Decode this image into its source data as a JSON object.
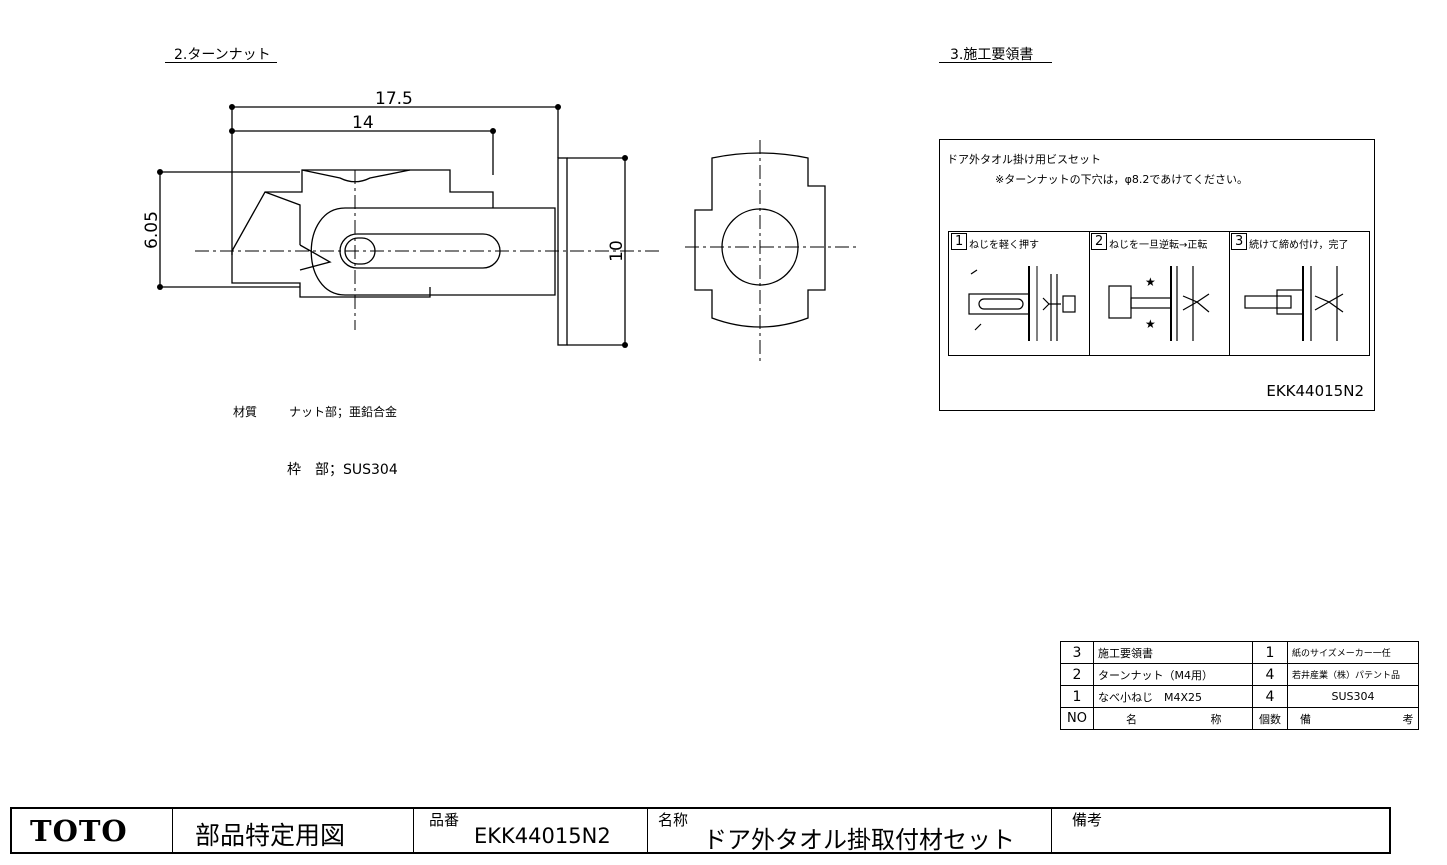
{
  "section2": {
    "title": "2.ターンナット",
    "dims": {
      "overall": "17.5",
      "inner": "14",
      "height": "6.05",
      "flange": "10"
    },
    "material_label": "材質",
    "material_nut": "ナット部；亜鉛合金",
    "material_frame": "枠　部；SUS304"
  },
  "section3": {
    "title": "3.施工要領書",
    "box_title": "ドア外タオル掛け用ビスセット",
    "box_note": "※ターンナットの下穴は，φ8.2であけてください。",
    "steps": [
      {
        "num": "1",
        "text": "ねじを軽く押す"
      },
      {
        "num": "2",
        "text": "ねじを一旦逆転→正転"
      },
      {
        "num": "3",
        "text": "続けて締め付け，完了"
      }
    ],
    "code": "EKK44015N2"
  },
  "parts_table": {
    "rows": [
      {
        "no": "3",
        "name": "施工要領書",
        "qty": "1",
        "note": "紙のサイズメーカー一任"
      },
      {
        "no": "2",
        "name": "ターンナット（M4用）",
        "qty": "4",
        "note": "若井産業（株）パテント品"
      },
      {
        "no": "1",
        "name": "なべ小ねじ　M4X25",
        "qty": "4",
        "note": "SUS304"
      }
    ],
    "header": {
      "no": "NO",
      "name_a": "名",
      "name_b": "称",
      "qty": "個数",
      "note_a": "備",
      "note_b": "考"
    }
  },
  "footer": {
    "logo": "TOTO",
    "doc_type": "部品特定用図",
    "part_no_label": "品番",
    "part_no": "EKK44015N2",
    "name_label": "名称",
    "name": "ドア外タオル掛取付材セット",
    "remarks_label": "備考"
  }
}
